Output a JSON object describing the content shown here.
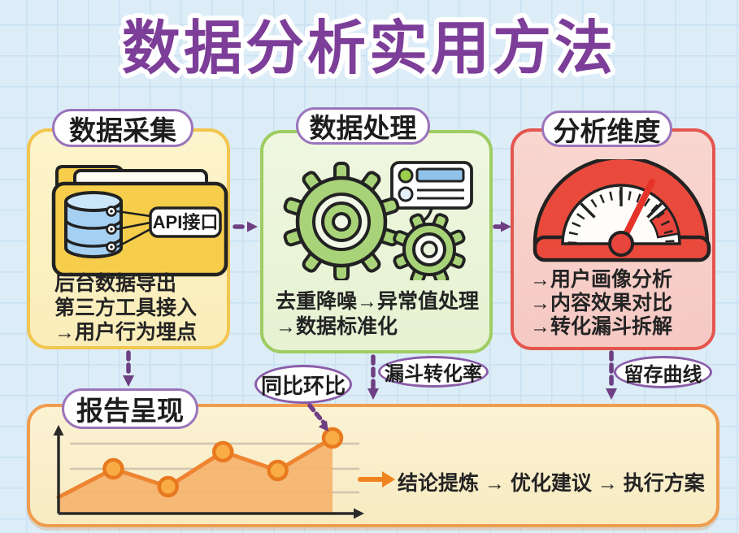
{
  "title": "数据分析实用方法",
  "sections": {
    "collection": {
      "label": "数据采集",
      "api_tag": "API接口",
      "lines": [
        "后台数据导出",
        "第三方工具接入",
        "→用户行为埋点"
      ]
    },
    "processing": {
      "label": "数据处理",
      "lines": [
        "去重降噪→异常值处理",
        "→数据标准化"
      ]
    },
    "dimensions": {
      "label": "分析维度",
      "lines": [
        "→用户画像分析",
        "→内容效果对比",
        "→转化漏斗拆解"
      ]
    },
    "report": {
      "label": "报告呈现",
      "flow_text": "结论提炼 → 优化建议 → 执行方案"
    }
  },
  "callouts": {
    "yoy": "同比环比",
    "funnel": "漏斗转化率",
    "retention": "留存曲线"
  },
  "icons": {
    "collection": "folder-database-icon",
    "collection_sub": "database-cylinder-icon",
    "processing": "gears-icon",
    "processing_sub": "settings-card-icon",
    "dimensions": "gauge-icon",
    "report": "trend-chart-icon",
    "report_sub": "orange-arrow-icon"
  },
  "colors": {
    "background": "#DCEDF8",
    "grid_line": "#C9E1F2",
    "title_purple": "#7C3E98",
    "pill_border_purple": "#9B74BC",
    "connector_purple": "#6E3F82",
    "collection_border": "#F2C64F",
    "collection_fill": "#FCF3C8",
    "processing_border": "#9ECD62",
    "processing_fill": "#EDF6DD",
    "dimensions_border": "#E4564E",
    "dimensions_fill": "#F8D3CD",
    "report_border": "#F09C4D",
    "report_fill": "#FAF0CE",
    "chart_line_orange": "#EE8431",
    "chart_area_orange": "#F5B36E",
    "marker_fill": "#F9AC45",
    "marker_stroke": "#E8791F",
    "gauge_red": "#EA4A3C",
    "gear_green": "#A9D378",
    "folder_yellow": "#F6CE4B",
    "db_blue": "#A5D0F2",
    "text_dark": "#242424"
  },
  "chart_data": {
    "type": "area",
    "x": [
      1,
      2,
      3,
      4,
      5,
      6
    ],
    "values": [
      20,
      55,
      33,
      76,
      53,
      93
    ],
    "ylim": [
      0,
      100
    ],
    "grid": true,
    "markers_from_index": 1,
    "title": "",
    "xlabel": "",
    "ylabel": ""
  }
}
